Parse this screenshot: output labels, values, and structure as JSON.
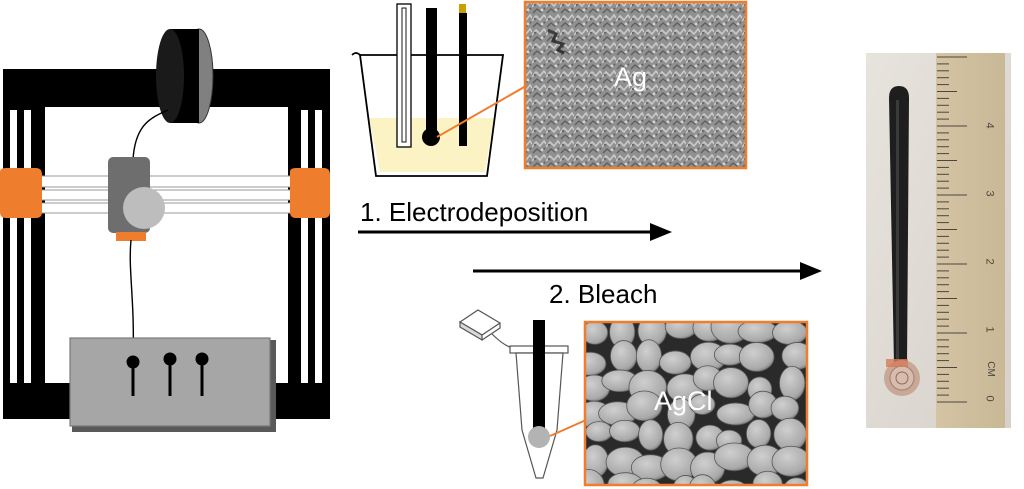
{
  "steps": {
    "step1": "1. Electrodeposition",
    "step2": "2. Bleach"
  },
  "micrographs": {
    "ag": "Ag",
    "agcl": "AgCl"
  },
  "ruler": {
    "numbers": [
      "4",
      "3",
      "2",
      "1",
      "0"
    ],
    "unit": "CM"
  },
  "colors": {
    "accent_orange": "#ef7d2e",
    "printer_frame": "#000000",
    "printer_gray": "#a6a6a6",
    "electrolyte": "#fbf3c4",
    "sem_gray": "#8a8a8a"
  }
}
